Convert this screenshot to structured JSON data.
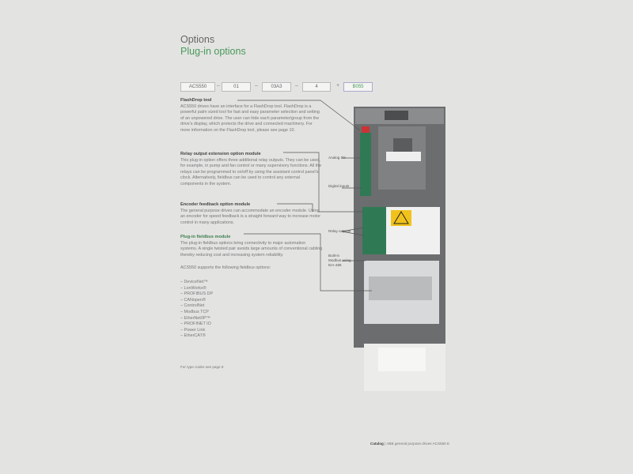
{
  "header": {
    "title": "Options",
    "subtitle": "Plug-in options"
  },
  "type_code": {
    "parts": [
      "ACS550",
      "01",
      "03A3",
      "4",
      "B055"
    ],
    "separators": [
      "–",
      "–",
      "–",
      "+"
    ],
    "accent": "#4a9a5a"
  },
  "sections": [
    {
      "heading": "FlashDrop tool",
      "body": "ACS550 drives have an interface for a FlashDrop tool. FlashDrop is a powerful palm sized tool for fast and easy parameter selection and setting of an unpowered drive. The user can hide each parameter/group from the drive's display, which protects the drive and connected machinery. For more information on the FlashDrop tool, please see page 10."
    },
    {
      "heading": "Relay output extension option module",
      "body": "This plug-in option offers three additional relay outputs. They can be used, for example, in pump and fan control or many supervisory functions. All the relays can be programmed to on/off by using the assistant control panel's clock. Alternatively, fieldbus can be used to control any external components in the system."
    },
    {
      "heading": "Encoder feedback option module",
      "body": "The general purpose drives can accommodate an encoder module. Using an encoder for speed feedback is a straight forward way to increase motor control in many applications."
    },
    {
      "heading": "Plug-in fieldbus module",
      "body": "The plug-in fieldbus options bring connectivity to major automation systems. A single twisted pair avoids large amounts of conventional cabling thereby reducing cost and increasing system reliability.",
      "intro": "ACS550 supports the following fieldbus options:",
      "options": [
        "DeviceNet™",
        "LonWorks®",
        "PROFIBUS DP",
        "CANopen®",
        "ControlNet",
        "Modbus TCP",
        "EtherNet/IP™",
        "PROFINET IO",
        "Power Link",
        "EtherCAT®"
      ]
    }
  ],
  "callouts": [
    "Analog I/O",
    "Digital inputs",
    "Relay outputs",
    "Built-in Modbus using EIA-485"
  ],
  "footnote": "For type codes see page 8",
  "footer": {
    "label": "Catalog",
    "text": "| ABB general purpose drives ACS550 E"
  }
}
